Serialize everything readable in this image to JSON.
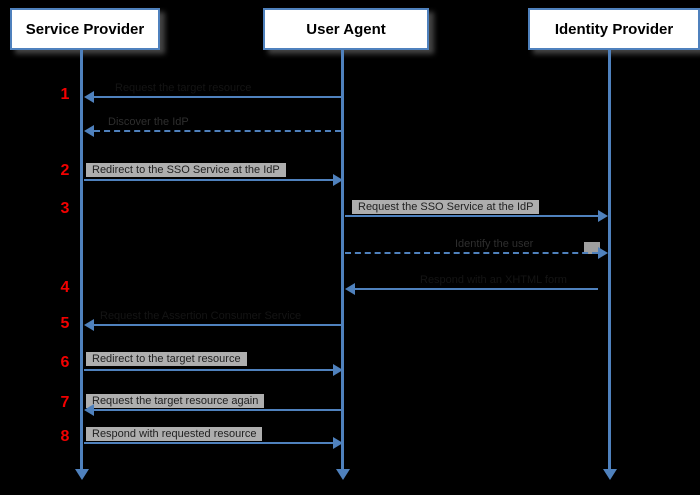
{
  "actors": [
    {
      "name": "Service Provider"
    },
    {
      "name": "User Agent"
    },
    {
      "name": "Identity Provider"
    }
  ],
  "messages": [
    {
      "num": "1",
      "label": "Request the target resource",
      "from": "user-agent",
      "to": "service-provider",
      "line": "solid",
      "label_style": "hidden"
    },
    {
      "num": "",
      "label": "Discover the IdP",
      "from": "user-agent",
      "to": "service-provider",
      "line": "dashed",
      "label_style": "faint"
    },
    {
      "num": "2",
      "label": "Redirect to the SSO Service at the IdP",
      "from": "service-provider",
      "to": "user-agent",
      "line": "solid",
      "label_style": "highlight"
    },
    {
      "num": "3",
      "label": "Request the SSO Service at the IdP",
      "from": "user-agent",
      "to": "identity-provider",
      "line": "solid",
      "label_style": "highlight"
    },
    {
      "num": "",
      "label": "Identify the user",
      "from": "user-agent",
      "to": "identity-provider",
      "line": "dashed",
      "label_style": "faint"
    },
    {
      "num": "4",
      "label": "Respond with an XHTML form",
      "from": "identity-provider",
      "to": "user-agent",
      "line": "solid",
      "label_style": "hidden"
    },
    {
      "num": "5",
      "label": "Request the Assertion Consumer Service",
      "from": "user-agent",
      "to": "service-provider",
      "line": "solid",
      "label_style": "hidden"
    },
    {
      "num": "6",
      "label": "Redirect to the target resource",
      "from": "service-provider",
      "to": "user-agent",
      "line": "solid",
      "label_style": "highlight"
    },
    {
      "num": "7",
      "label": "Request the target resource again",
      "from": "user-agent",
      "to": "service-provider",
      "line": "solid",
      "label_style": "highlight"
    },
    {
      "num": "8",
      "label": "Respond with requested resource",
      "from": "service-provider",
      "to": "user-agent",
      "line": "solid",
      "label_style": "highlight"
    }
  ],
  "colors": {
    "background": "#000000",
    "accent": "#4f81bd",
    "step_number": "#f20000",
    "label_highlight": "#aeaeae",
    "actor_fill": "#ffffff"
  }
}
